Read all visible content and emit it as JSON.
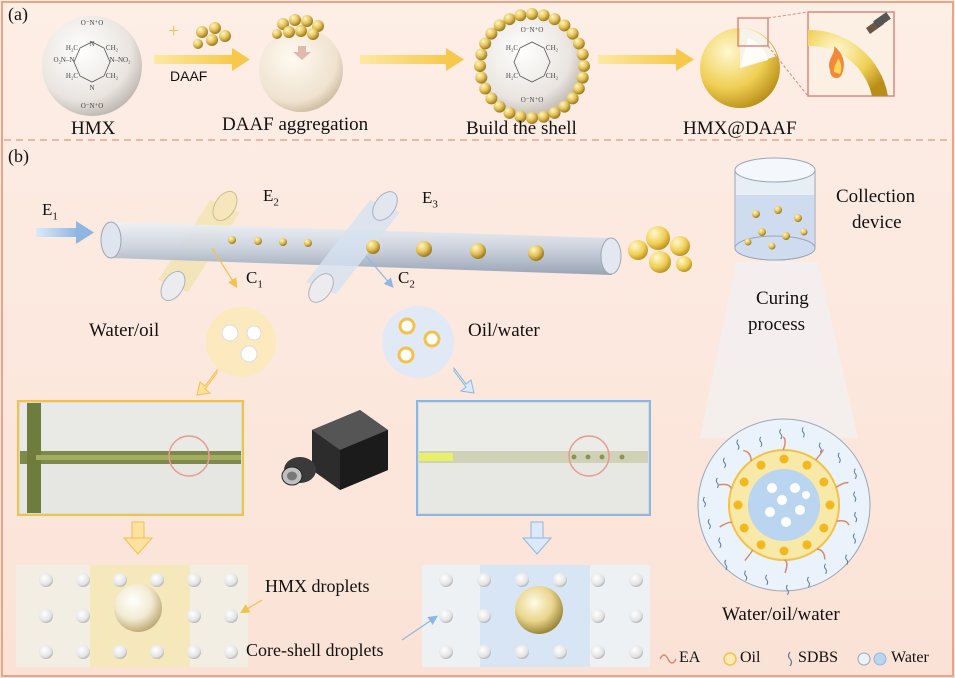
{
  "panel_a": {
    "label": "(a)",
    "plus": "+",
    "arrow_label": "DAAF",
    "stages": [
      "HMX",
      "DAAF aggregation",
      "Build the shell",
      "HMX@DAAF"
    ],
    "molecule_groups": [
      "O2N",
      "N",
      "H2C",
      "CH2",
      "NO2"
    ]
  },
  "panel_b": {
    "label": "(b)",
    "inlets": {
      "e1": "E",
      "e1_sub": "1",
      "e2": "E",
      "e2_sub": "2",
      "e3": "E",
      "e3_sub": "3"
    },
    "cuts": {
      "c1": "C",
      "c1_sub": "1",
      "c2": "C",
      "c2_sub": "2"
    },
    "water_oil": "Water/oil",
    "oil_water": "Oil/water",
    "collection_1": "Collection",
    "collection_2": "device",
    "curing_1": "Curing",
    "curing_2": "process",
    "hmx_droplets": "HMX droplets",
    "core_shell": "Core-shell droplets",
    "wow": "Water/oil/water",
    "legend": {
      "ea": "EA",
      "oil": "Oil",
      "sdbs": "SDBS",
      "water": "Water"
    },
    "colors": {
      "oil": "#f5c64a",
      "water": "#bcd7f2",
      "ea": "#d98a6a",
      "tube": "#c8d0dc",
      "shell": "#d4b84a"
    }
  }
}
